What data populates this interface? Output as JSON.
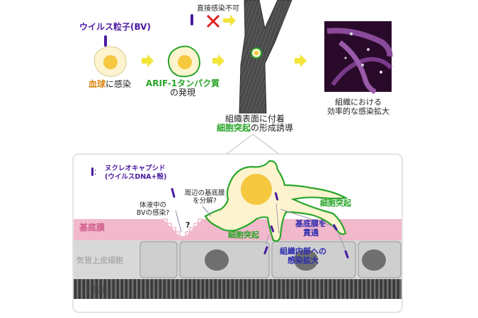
{
  "top": {
    "virus_label": "ウイルス粒子(BV)",
    "blood_cell_word": "血球",
    "blood_cell_suffix": "に感染",
    "arif_label": "ARIF-1タンパク質",
    "arif_sub": "の発現",
    "direct_infection": "直接感染不可",
    "attach_line": "組織表面に付着",
    "protrusion_word": "細胞突起",
    "protrusion_suffix": "の形成誘導",
    "spread_line1": "組織における",
    "spread_line2": "効率的な感染拡大"
  },
  "detail": {
    "legend_mark": "：",
    "legend_line1": "ヌクレオキャプシド",
    "legend_line2": "(ウイルスDNA+殻)",
    "bv_q_line1": "体液中の",
    "bv_q_line2": "BVの感染?",
    "q_mark": "?",
    "degrade_line1": "周辺の基底膜",
    "degrade_line2": "を分解?",
    "protrusion_left": "細胞突起",
    "protrusion_right": "細胞突起",
    "penetrate_line1": "基底膜を",
    "penetrate_line2": "貫通",
    "spread_line1": "組織内部への",
    "spread_line2": "感染拡大",
    "basement_membrane": "基底膜",
    "epithelial": "気管上皮細胞",
    "trachea": "気管"
  },
  "colors": {
    "green": "#2aa52a",
    "orange": "#d9820a",
    "purple": "#4a1aa0",
    "blue_text": "#2b2bb0",
    "pink": "#f2b8cc",
    "yellow_arrow": "#f3e43a"
  }
}
